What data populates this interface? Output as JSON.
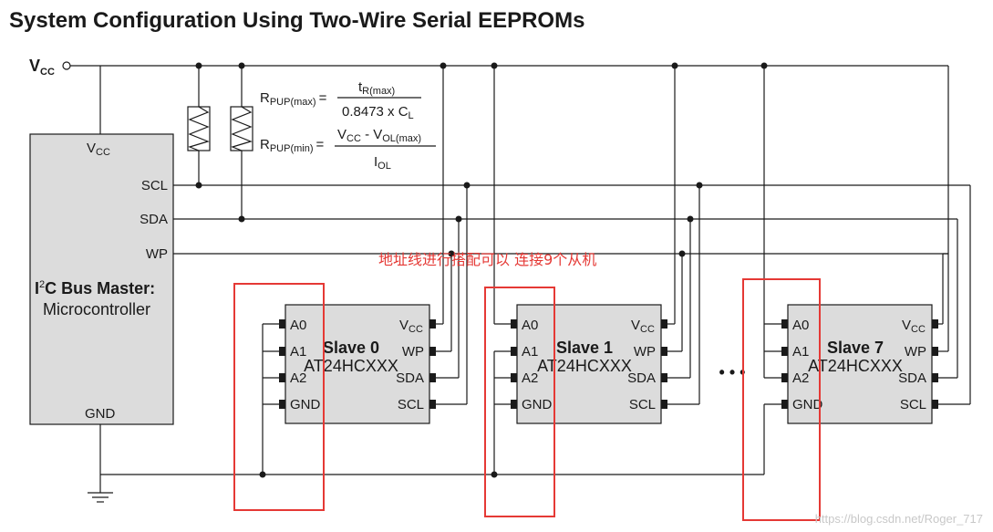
{
  "title": "System Configuration Using Two-Wire Serial EEPROMs",
  "supply": {
    "base": "V",
    "sub": "CC"
  },
  "master": {
    "vcc_base": "V",
    "vcc_sub": "CC",
    "scl": "SCL",
    "sda": "SDA",
    "wp": "WP",
    "gnd": "GND",
    "name_i": "I",
    "name_sup": "2",
    "name_rest": "C Bus Master:",
    "desc": "Microcontroller"
  },
  "formula": {
    "r_base": "R",
    "rmax_sub": "PUP(max)",
    "rmin_sub": "PUP(min)",
    "eq": "=",
    "num1_base": "t",
    "num1_sub": "R(max)",
    "den1_a": "0.8473 x C",
    "den1_sub": "L",
    "num2_a": "V",
    "num2_sub1": "CC",
    "num2_b": " - V",
    "num2_sub2": "OL(max)",
    "den2_base": "I",
    "den2_sub": "OL"
  },
  "annotation": "地址线进行搭配可以 连接9个从机",
  "slaves": [
    {
      "name": "Slave 0",
      "part": "AT24HCXXX"
    },
    {
      "name": "Slave 1",
      "part": "AT24HCXXX"
    },
    {
      "name": "Slave 7",
      "part": "AT24HCXXX"
    }
  ],
  "pins": {
    "a0": "A0",
    "a1": "A1",
    "a2": "A2",
    "gnd": "GND",
    "vcc_base": "V",
    "vcc_sub": "CC",
    "wp": "WP",
    "sda": "SDA",
    "scl": "SCL"
  },
  "ellipsis": "• • •",
  "watermark": "https://blog.csdn.net/Roger_717",
  "colors": {
    "annotation": "#e53935",
    "chip_fill": "#dcdcdc",
    "wire": "#1a1a1a"
  }
}
